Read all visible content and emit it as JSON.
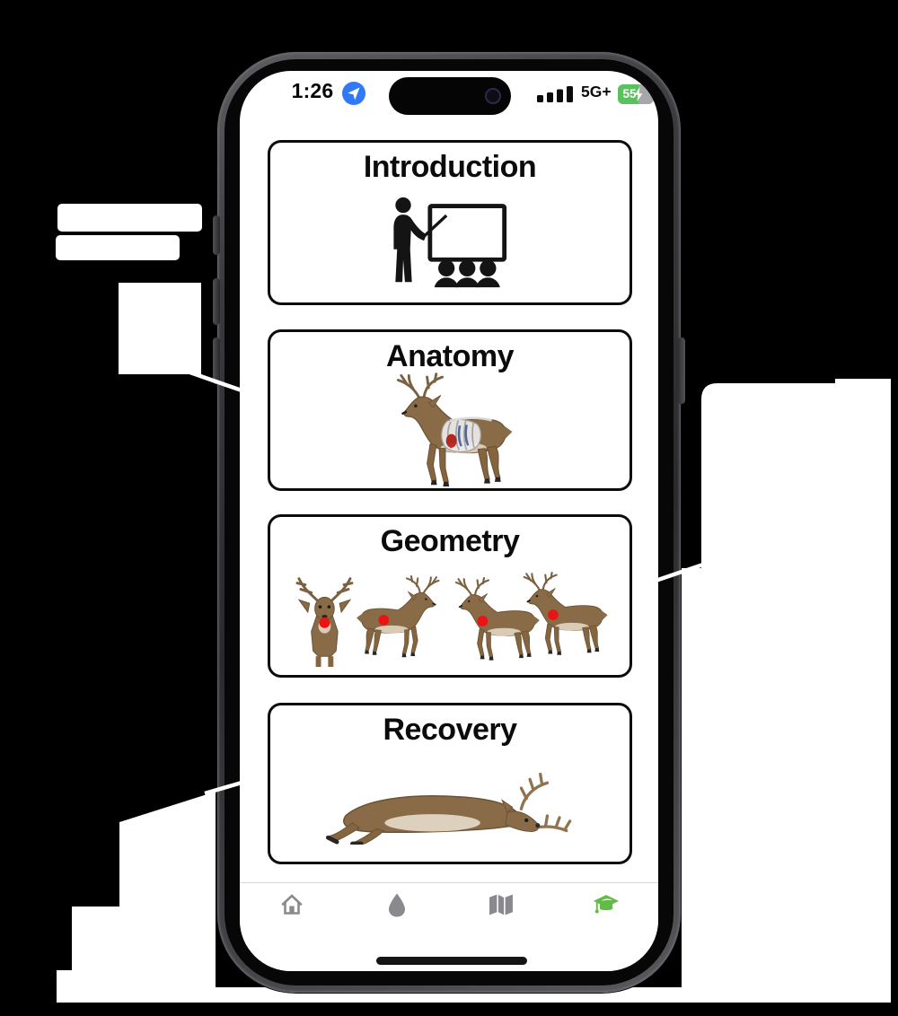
{
  "status_bar": {
    "time": "1:26",
    "network": "5G+",
    "battery_percent": "55",
    "icons": [
      "navigation-arrow-icon",
      "signal-bars-icon",
      "charging-bolt-icon"
    ]
  },
  "cards": [
    {
      "title": "Introduction",
      "icon": "presentation-icon"
    },
    {
      "title": "Anatomy",
      "icon": "deer-anatomy-icon"
    },
    {
      "title": "Geometry",
      "icon": "deer-shot-angles-icon"
    },
    {
      "title": "Recovery",
      "icon": "downed-deer-icon"
    }
  ],
  "tab_bar": {
    "items": [
      {
        "id": "home",
        "icon": "home-icon",
        "active": false
      },
      {
        "id": "tracking",
        "icon": "blood-drop-icon",
        "active": false
      },
      {
        "id": "map",
        "icon": "map-icon",
        "active": false
      },
      {
        "id": "education",
        "icon": "graduation-cap-icon",
        "active": true
      }
    ]
  },
  "colors": {
    "accent_green": "#62bb46",
    "inactive_icon_gray": "#8a8a8e",
    "red_dot": "#e81414",
    "battery_green": "#58c35c",
    "location_blue": "#3179f6"
  }
}
